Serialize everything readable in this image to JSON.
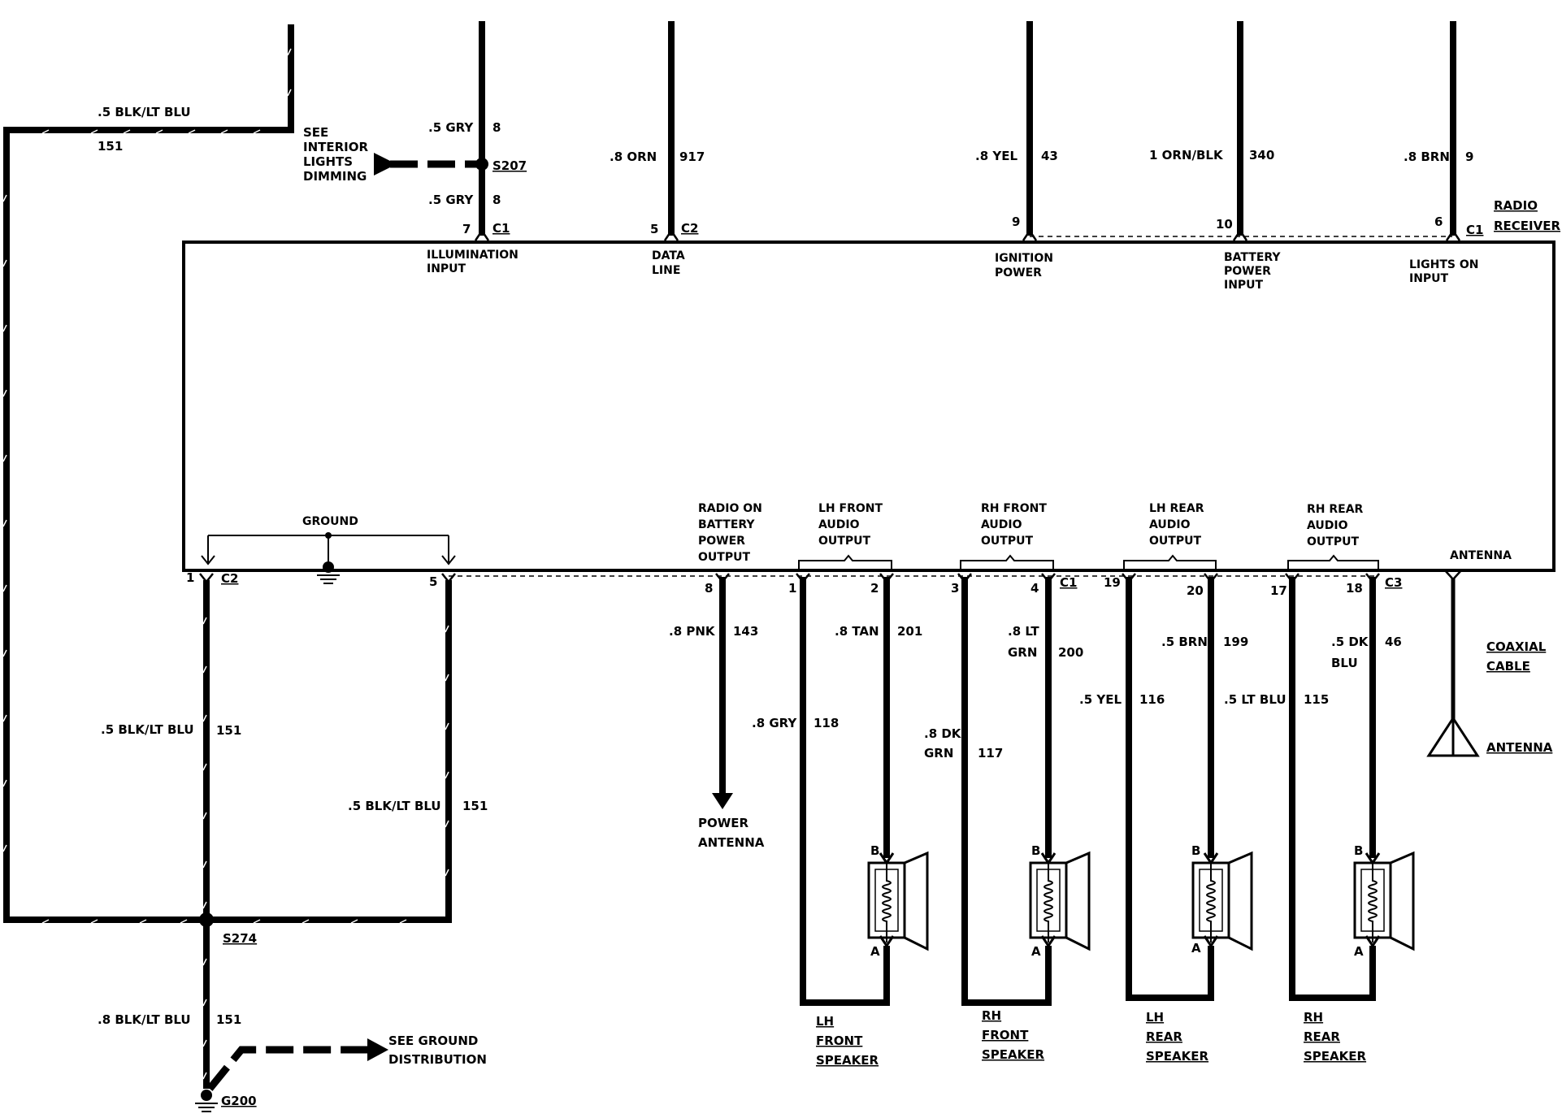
{
  "component": {
    "line1": "RADIO",
    "line2": "RECEIVER",
    "connector": "C1"
  },
  "top_wires": [
    {
      "id": "illumination",
      "size_color": ".5 GRY",
      "circuit": "8",
      "lower_size_color": ".5 GRY",
      "lower_circuit": "8",
      "pin": "7",
      "connector": "C1",
      "label": [
        "ILLUMINATION",
        "INPUT"
      ]
    },
    {
      "id": "data",
      "size_color": ".8 ORN",
      "circuit": "917",
      "pin": "5",
      "connector": "C2",
      "label": [
        "DATA",
        "LINE"
      ]
    },
    {
      "id": "ignition",
      "size_color": ".8 YEL",
      "circuit": "43",
      "pin": "9",
      "label": [
        "IGNITION",
        "POWER"
      ]
    },
    {
      "id": "battery",
      "size_color": "1 ORN/BLK",
      "circuit": "340",
      "pin": "10",
      "label": [
        "BATTERY",
        "POWER",
        "INPUT"
      ]
    },
    {
      "id": "lights",
      "size_color": ".8 BRN",
      "circuit": "9",
      "pin": "6",
      "connector": "C1",
      "label": [
        "LIGHTS ON",
        "INPUT"
      ]
    }
  ],
  "splice_s207": {
    "name": "S207",
    "note": [
      "SEE",
      "INTERIOR",
      "LIGHTS",
      "DIMMING"
    ]
  },
  "ground_section": {
    "label": "GROUND",
    "left_pin": "1",
    "left_connector": "C2",
    "right_pin": "5",
    "left_wire": {
      "size_color": ".5 BLK/LT BLU",
      "circuit": "151"
    },
    "right_wire": {
      "size_color": ".5 BLK/LT BLU",
      "circuit": "151"
    },
    "outer_wire": {
      "size_color": ".5 BLK/LT BLU",
      "circuit": "151"
    },
    "splice": "S274",
    "bottom_wire": {
      "size_color": ".8 BLK/LT BLU",
      "circuit": "151"
    },
    "ground_point": "G200",
    "note": [
      "SEE GROUND",
      "DISTRIBUTION"
    ]
  },
  "power_antenna": {
    "label": [
      "RADIO ON",
      "BATTERY",
      "POWER",
      "OUTPUT"
    ],
    "pin": "8",
    "size_color": ".8 PNK",
    "circuit": "143",
    "dest": [
      "POWER",
      "ANTENNA"
    ]
  },
  "speakers": [
    {
      "id": "lh-front",
      "label": [
        "LH FRONT",
        "AUDIO",
        "OUTPUT"
      ],
      "pin_a": "1",
      "pin_b": "2",
      "wire_b": {
        "size_color": ".8 TAN",
        "circuit": "201"
      },
      "wire_a": {
        "size_color": ".8 GRY",
        "circuit": "118"
      },
      "name": [
        "LH",
        "FRONT",
        "SPEAKER"
      ],
      "term_b": "B",
      "term_a": "A"
    },
    {
      "id": "rh-front",
      "label": [
        "RH FRONT",
        "AUDIO",
        "OUTPUT"
      ],
      "pin_a": "3",
      "pin_b": "4",
      "connector": "C1",
      "wire_b": {
        "size_color": [
          ".8 LT",
          "GRN"
        ],
        "circuit": "200"
      },
      "wire_a": {
        "size_color": [
          ".8 DK",
          "GRN"
        ],
        "circuit": "117"
      },
      "name": [
        "RH",
        "FRONT",
        "SPEAKER"
      ],
      "term_b": "B",
      "term_a": "A"
    },
    {
      "id": "lh-rear",
      "label": [
        "LH REAR",
        "AUDIO",
        "OUTPUT"
      ],
      "pin_a": "19",
      "pin_b": "20",
      "wire_b": {
        "size_color": ".5 BRN",
        "circuit": "199"
      },
      "wire_a": {
        "size_color": ".5 YEL",
        "circuit": "116"
      },
      "name": [
        "LH",
        "REAR",
        "SPEAKER"
      ],
      "term_b": "B",
      "term_a": "A"
    },
    {
      "id": "rh-rear",
      "label": [
        "RH REAR",
        "AUDIO",
        "OUTPUT"
      ],
      "pin_a": "17",
      "pin_b": "18",
      "connector": "C3",
      "wire_b": {
        "size_color": [
          ".5 DK",
          "BLU"
        ],
        "circuit": "46"
      },
      "wire_a": {
        "size_color": ".5 LT BLU",
        "circuit": "115"
      },
      "name": [
        "RH",
        "REAR",
        "SPEAKER"
      ],
      "term_b": "B",
      "term_a": "A"
    }
  ],
  "antenna": {
    "label": "ANTENNA",
    "cable": [
      "COAXIAL",
      "CABLE"
    ],
    "dest": "ANTENNA"
  }
}
